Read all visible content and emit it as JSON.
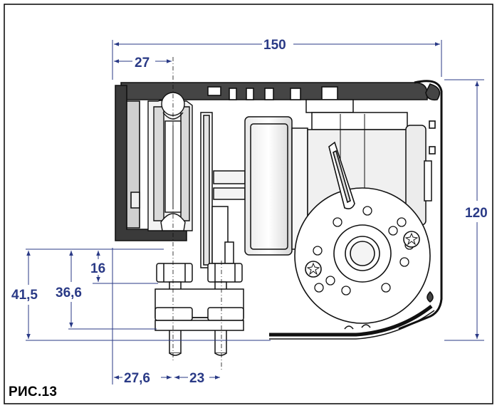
{
  "figure": {
    "caption": "РИС.13",
    "colors": {
      "dimension": "#2a3a86",
      "profile_dark": "#3a3a3a",
      "line": "#111111"
    }
  },
  "dimensions": {
    "width_total": "150",
    "offset_top": "27",
    "height_total": "120",
    "height_a": "41,5",
    "height_b": "36,6",
    "height_c": "16",
    "offset_bottom_a": "27,6",
    "offset_bottom_b": "23"
  }
}
